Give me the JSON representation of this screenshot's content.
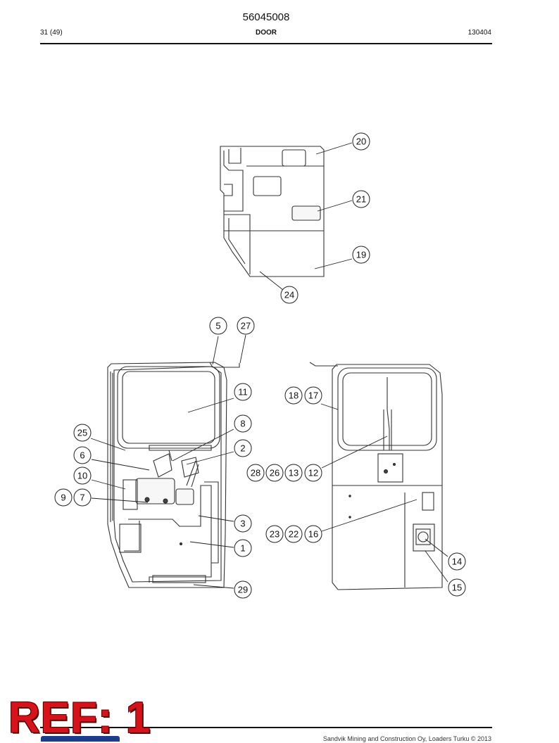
{
  "header": {
    "document_number": "56045008",
    "page": "31 (49)",
    "section_title": "DOOR",
    "code": "130404"
  },
  "callouts": [
    {
      "label": "20"
    },
    {
      "label": "21"
    },
    {
      "label": "19"
    },
    {
      "label": "24"
    },
    {
      "label": "5"
    },
    {
      "label": "27"
    },
    {
      "label": "11"
    },
    {
      "label": "8"
    },
    {
      "label": "2"
    },
    {
      "label": "25"
    },
    {
      "label": "6"
    },
    {
      "label": "10"
    },
    {
      "label": "9"
    },
    {
      "label": "7"
    },
    {
      "label": "3"
    },
    {
      "label": "1"
    },
    {
      "label": "29"
    },
    {
      "label": "18"
    },
    {
      "label": "17"
    },
    {
      "label": "28"
    },
    {
      "label": "26"
    },
    {
      "label": "13"
    },
    {
      "label": "12"
    },
    {
      "label": "23"
    },
    {
      "label": "22"
    },
    {
      "label": "16"
    },
    {
      "label": "14"
    },
    {
      "label": "15"
    }
  ],
  "stamp": {
    "text": "REF: 1"
  },
  "footer": {
    "copyright": "Sandvik Mining and Construction Oy, Loaders Turku © 2013"
  },
  "colors": {
    "stamp": "#d6121b",
    "line": "#222222",
    "logo": "#1c3c8c"
  }
}
